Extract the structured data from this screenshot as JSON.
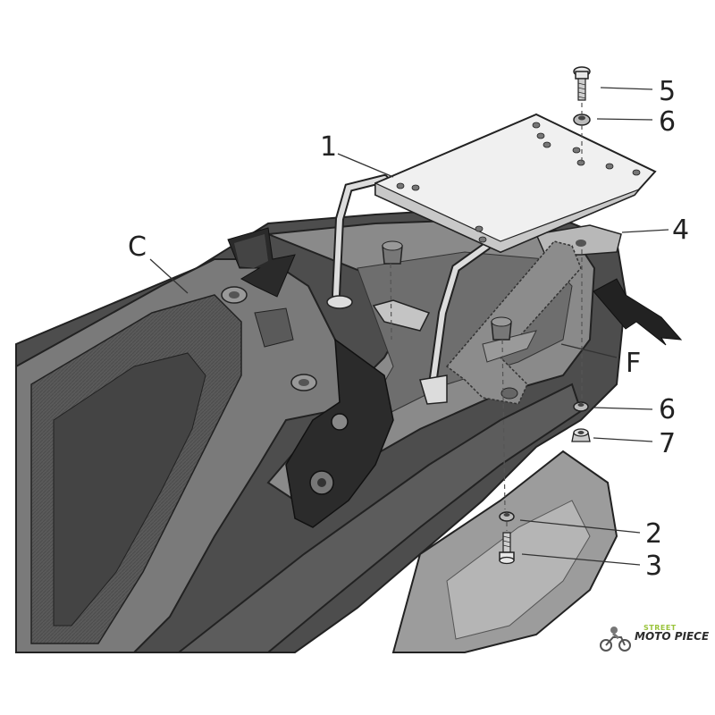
{
  "callouts": {
    "c": "C",
    "f": "F",
    "n1": "1",
    "n2": "2",
    "n3": "3",
    "n4": "4",
    "n5": "5",
    "n6_top": "6",
    "n6_bottom": "6",
    "n7": "7"
  },
  "watermark": {
    "top": "STREET",
    "main": "MOTO PIECE"
  },
  "colors": {
    "body_dark": "#4a4a4a",
    "body_mid": "#6b6b6b",
    "body_light": "#8d8d8d",
    "seat": "#3d3d3d",
    "rack_plate": "#eeeeee",
    "rack_tube": "#d9d9d9",
    "taillight": "#9a9a9a",
    "brand_green": "#9ac43c"
  }
}
